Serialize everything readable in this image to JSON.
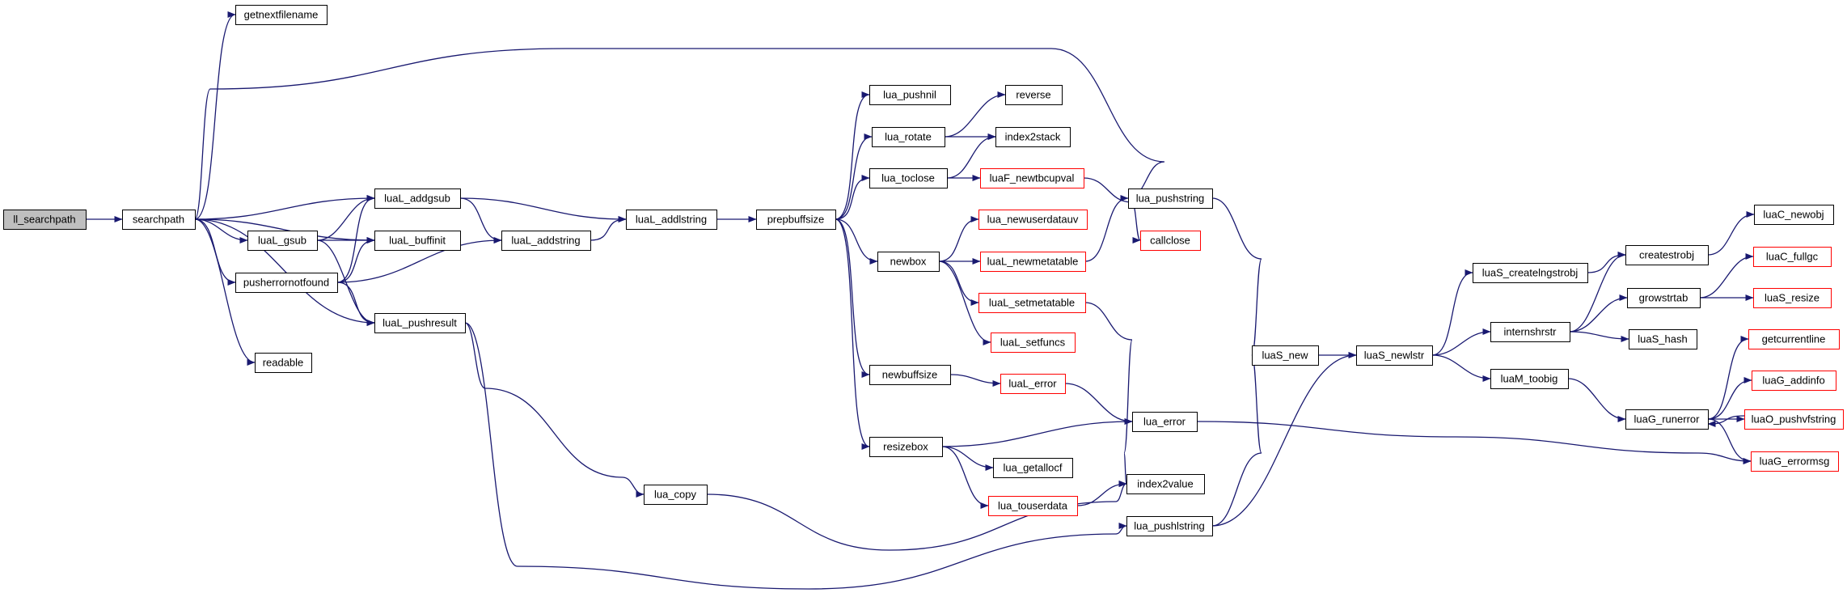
{
  "graph": {
    "edge_color": "#191970",
    "missing_border_color": "#ff0000",
    "root_fill_color": "#bfbfbf",
    "nodes": [
      {
        "id": "ll_searchpath",
        "label": "ll_searchpath",
        "root": true
      },
      {
        "id": "searchpath",
        "label": "searchpath"
      },
      {
        "id": "getnextfilename",
        "label": "getnextfilename"
      },
      {
        "id": "luaL_addgsub",
        "label": "luaL_addgsub"
      },
      {
        "id": "luaL_gsub",
        "label": "luaL_gsub"
      },
      {
        "id": "luaL_buffinit",
        "label": "luaL_buffinit"
      },
      {
        "id": "pusherrornotfound",
        "label": "pusherrornotfound"
      },
      {
        "id": "luaL_pushresult",
        "label": "luaL_pushresult"
      },
      {
        "id": "readable",
        "label": "readable"
      },
      {
        "id": "luaL_addstring",
        "label": "luaL_addstring"
      },
      {
        "id": "luaL_addlstring",
        "label": "luaL_addlstring"
      },
      {
        "id": "prepbuffsize",
        "label": "prepbuffsize"
      },
      {
        "id": "lua_copy",
        "label": "lua_copy"
      },
      {
        "id": "lua_pushnil",
        "label": "lua_pushnil"
      },
      {
        "id": "lua_rotate",
        "label": "lua_rotate"
      },
      {
        "id": "lua_toclose",
        "label": "lua_toclose"
      },
      {
        "id": "newbox",
        "label": "newbox"
      },
      {
        "id": "newbuffsize",
        "label": "newbuffsize"
      },
      {
        "id": "resizebox",
        "label": "resizebox"
      },
      {
        "id": "reverse",
        "label": "reverse"
      },
      {
        "id": "index2stack",
        "label": "index2stack"
      },
      {
        "id": "luaF_newtbcupval",
        "label": "luaF_newtbcupval",
        "missing": true
      },
      {
        "id": "lua_newuserdatauv",
        "label": "lua_newuserdatauv",
        "missing": true
      },
      {
        "id": "luaL_newmetatable",
        "label": "luaL_newmetatable",
        "missing": true
      },
      {
        "id": "luaL_setmetatable",
        "label": "luaL_setmetatable",
        "missing": true
      },
      {
        "id": "luaL_setfuncs",
        "label": "luaL_setfuncs",
        "missing": true
      },
      {
        "id": "luaL_error",
        "label": "luaL_error",
        "missing": true
      },
      {
        "id": "lua_getallocf",
        "label": "lua_getallocf"
      },
      {
        "id": "lua_touserdata",
        "label": "lua_touserdata",
        "missing": true
      },
      {
        "id": "lua_pushstring",
        "label": "lua_pushstring"
      },
      {
        "id": "callclose",
        "label": "callclose",
        "missing": true
      },
      {
        "id": "lua_error",
        "label": "lua_error"
      },
      {
        "id": "index2value",
        "label": "index2value"
      },
      {
        "id": "lua_pushlstring",
        "label": "lua_pushlstring"
      },
      {
        "id": "luaS_new",
        "label": "luaS_new"
      },
      {
        "id": "luaS_newlstr",
        "label": "luaS_newlstr"
      },
      {
        "id": "luaS_createlngstrobj",
        "label": "luaS_createlngstrobj"
      },
      {
        "id": "internshrstr",
        "label": "internshrstr"
      },
      {
        "id": "luaM_toobig",
        "label": "luaM_toobig"
      },
      {
        "id": "createstrobj",
        "label": "createstrobj"
      },
      {
        "id": "growstrtab",
        "label": "growstrtab"
      },
      {
        "id": "luaS_hash",
        "label": "luaS_hash"
      },
      {
        "id": "luaG_runerror",
        "label": "luaG_runerror"
      },
      {
        "id": "luaC_newobj",
        "label": "luaC_newobj"
      },
      {
        "id": "luaC_fullgc",
        "label": "luaC_fullgc",
        "missing": true
      },
      {
        "id": "luaS_resize",
        "label": "luaS_resize",
        "missing": true
      },
      {
        "id": "getcurrentline",
        "label": "getcurrentline",
        "missing": true
      },
      {
        "id": "luaG_addinfo",
        "label": "luaG_addinfo",
        "missing": true
      },
      {
        "id": "luaO_pushvfstring",
        "label": "luaO_pushvfstring",
        "missing": true
      },
      {
        "id": "luaG_errormsg",
        "label": "luaG_errormsg",
        "missing": true
      }
    ],
    "edges": [
      [
        "ll_searchpath",
        "searchpath"
      ],
      [
        "searchpath",
        "getnextfilename"
      ],
      [
        "searchpath",
        "lua_pushstring"
      ],
      [
        "searchpath",
        "luaL_addgsub"
      ],
      [
        "searchpath",
        "luaL_buffinit"
      ],
      [
        "searchpath",
        "luaL_gsub"
      ],
      [
        "searchpath",
        "pusherrornotfound"
      ],
      [
        "searchpath",
        "luaL_pushresult"
      ],
      [
        "searchpath",
        "readable"
      ],
      [
        "luaL_gsub",
        "luaL_addgsub"
      ],
      [
        "luaL_gsub",
        "luaL_buffinit"
      ],
      [
        "luaL_gsub",
        "luaL_pushresult"
      ],
      [
        "pusherrornotfound",
        "luaL_addgsub"
      ],
      [
        "pusherrornotfound",
        "luaL_buffinit"
      ],
      [
        "pusherrornotfound",
        "luaL_addstring"
      ],
      [
        "pusherrornotfound",
        "luaL_pushresult"
      ],
      [
        "luaL_addgsub",
        "luaL_addlstring"
      ],
      [
        "luaL_addgsub",
        "luaL_addstring"
      ],
      [
        "luaL_addstring",
        "luaL_addlstring"
      ],
      [
        "luaL_addlstring",
        "prepbuffsize"
      ],
      [
        "luaL_pushresult",
        "lua_copy"
      ],
      [
        "luaL_pushresult",
        "lua_pushlstring"
      ],
      [
        "prepbuffsize",
        "lua_pushnil"
      ],
      [
        "prepbuffsize",
        "lua_rotate"
      ],
      [
        "prepbuffsize",
        "lua_toclose"
      ],
      [
        "prepbuffsize",
        "newbox"
      ],
      [
        "prepbuffsize",
        "newbuffsize"
      ],
      [
        "prepbuffsize",
        "resizebox"
      ],
      [
        "lua_rotate",
        "reverse"
      ],
      [
        "lua_rotate",
        "index2stack"
      ],
      [
        "lua_toclose",
        "index2stack"
      ],
      [
        "lua_toclose",
        "luaF_newtbcupval"
      ],
      [
        "luaF_newtbcupval",
        "callclose"
      ],
      [
        "newbox",
        "lua_newuserdatauv"
      ],
      [
        "newbox",
        "luaL_newmetatable"
      ],
      [
        "newbox",
        "luaL_setmetatable"
      ],
      [
        "newbox",
        "luaL_setfuncs"
      ],
      [
        "luaL_newmetatable",
        "lua_pushstring"
      ],
      [
        "luaL_setmetatable",
        "index2value"
      ],
      [
        "newbuffsize",
        "luaL_error"
      ],
      [
        "luaL_error",
        "lua_error"
      ],
      [
        "resizebox",
        "lua_error"
      ],
      [
        "resizebox",
        "lua_getallocf"
      ],
      [
        "resizebox",
        "lua_touserdata"
      ],
      [
        "lua_touserdata",
        "index2value"
      ],
      [
        "lua_copy",
        "index2value"
      ],
      [
        "lua_pushstring",
        "luaS_new"
      ],
      [
        "lua_pushlstring",
        "luaS_new"
      ],
      [
        "lua_pushlstring",
        "luaS_newlstr"
      ],
      [
        "luaS_new",
        "luaS_newlstr"
      ],
      [
        "luaS_newlstr",
        "luaS_createlngstrobj"
      ],
      [
        "luaS_newlstr",
        "internshrstr"
      ],
      [
        "luaS_newlstr",
        "luaM_toobig"
      ],
      [
        "luaS_createlngstrobj",
        "createstrobj"
      ],
      [
        "internshrstr",
        "createstrobj"
      ],
      [
        "internshrstr",
        "growstrtab"
      ],
      [
        "internshrstr",
        "luaS_hash"
      ],
      [
        "createstrobj",
        "luaC_newobj"
      ],
      [
        "growstrtab",
        "luaC_fullgc"
      ],
      [
        "growstrtab",
        "luaS_resize"
      ],
      [
        "luaM_toobig",
        "luaG_runerror"
      ],
      [
        "luaG_runerror",
        "getcurrentline"
      ],
      [
        "luaG_runerror",
        "luaG_addinfo"
      ],
      [
        "luaG_runerror",
        "luaO_pushvfstring"
      ],
      [
        "luaG_runerror",
        "luaG_errormsg"
      ],
      [
        "luaO_pushvfstring",
        "luaG_runerror"
      ],
      [
        "lua_error",
        "luaG_errormsg"
      ]
    ]
  }
}
